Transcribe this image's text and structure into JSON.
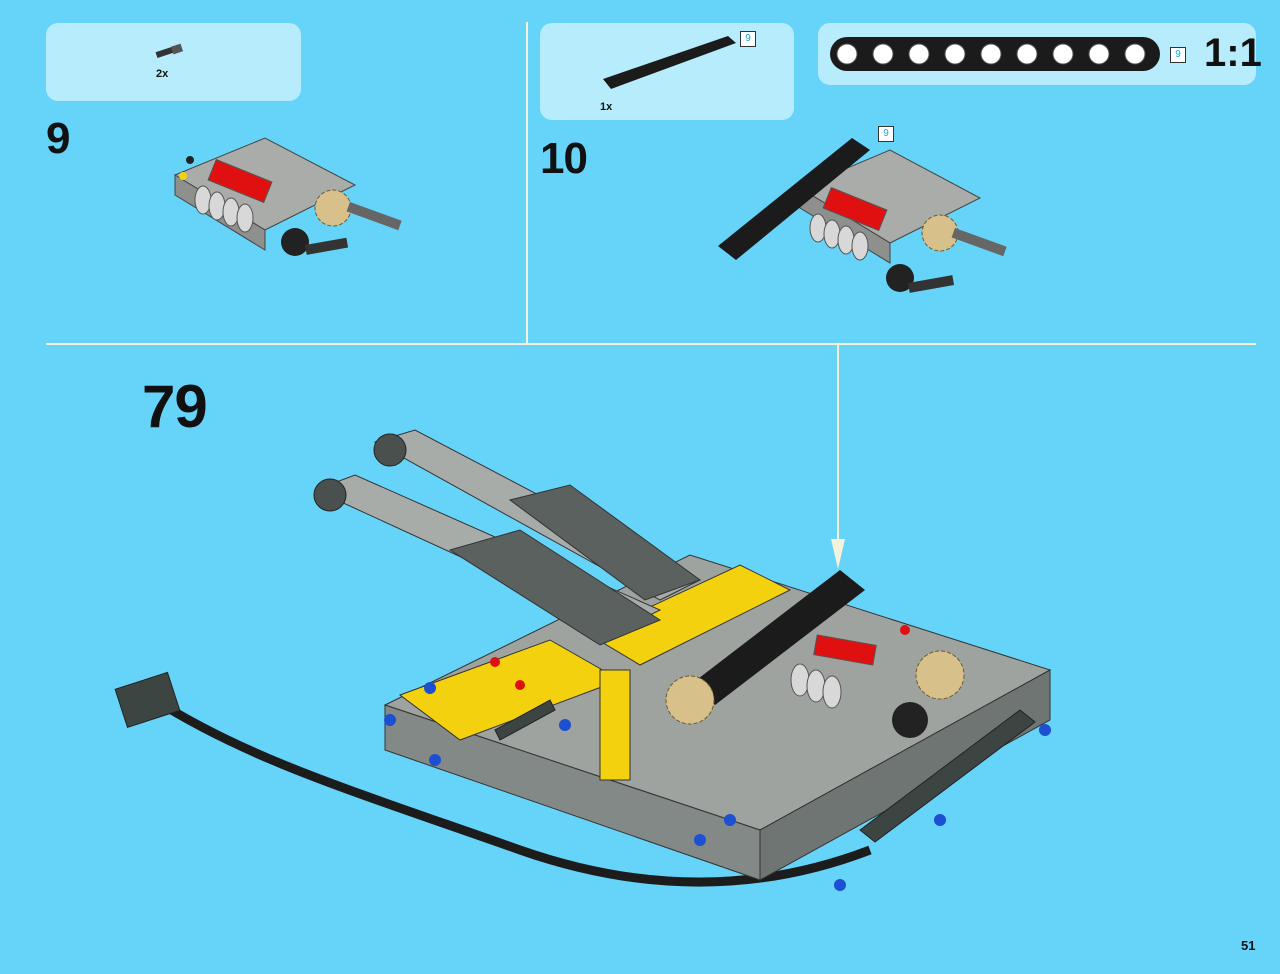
{
  "sub_steps": [
    {
      "step": "9",
      "part_qty": "2x"
    },
    {
      "step": "10",
      "part_qty": "1x",
      "part_length": "9"
    }
  ],
  "scale_ruler": {
    "length": "9",
    "scale_label": "1:1"
  },
  "main_step": {
    "step": "79"
  },
  "assembly_length_callout": "9",
  "page_number": "51",
  "colors": {
    "background": "#66d4f9",
    "callout_box": "#b6ecfb",
    "divider": "#f4f2da"
  }
}
